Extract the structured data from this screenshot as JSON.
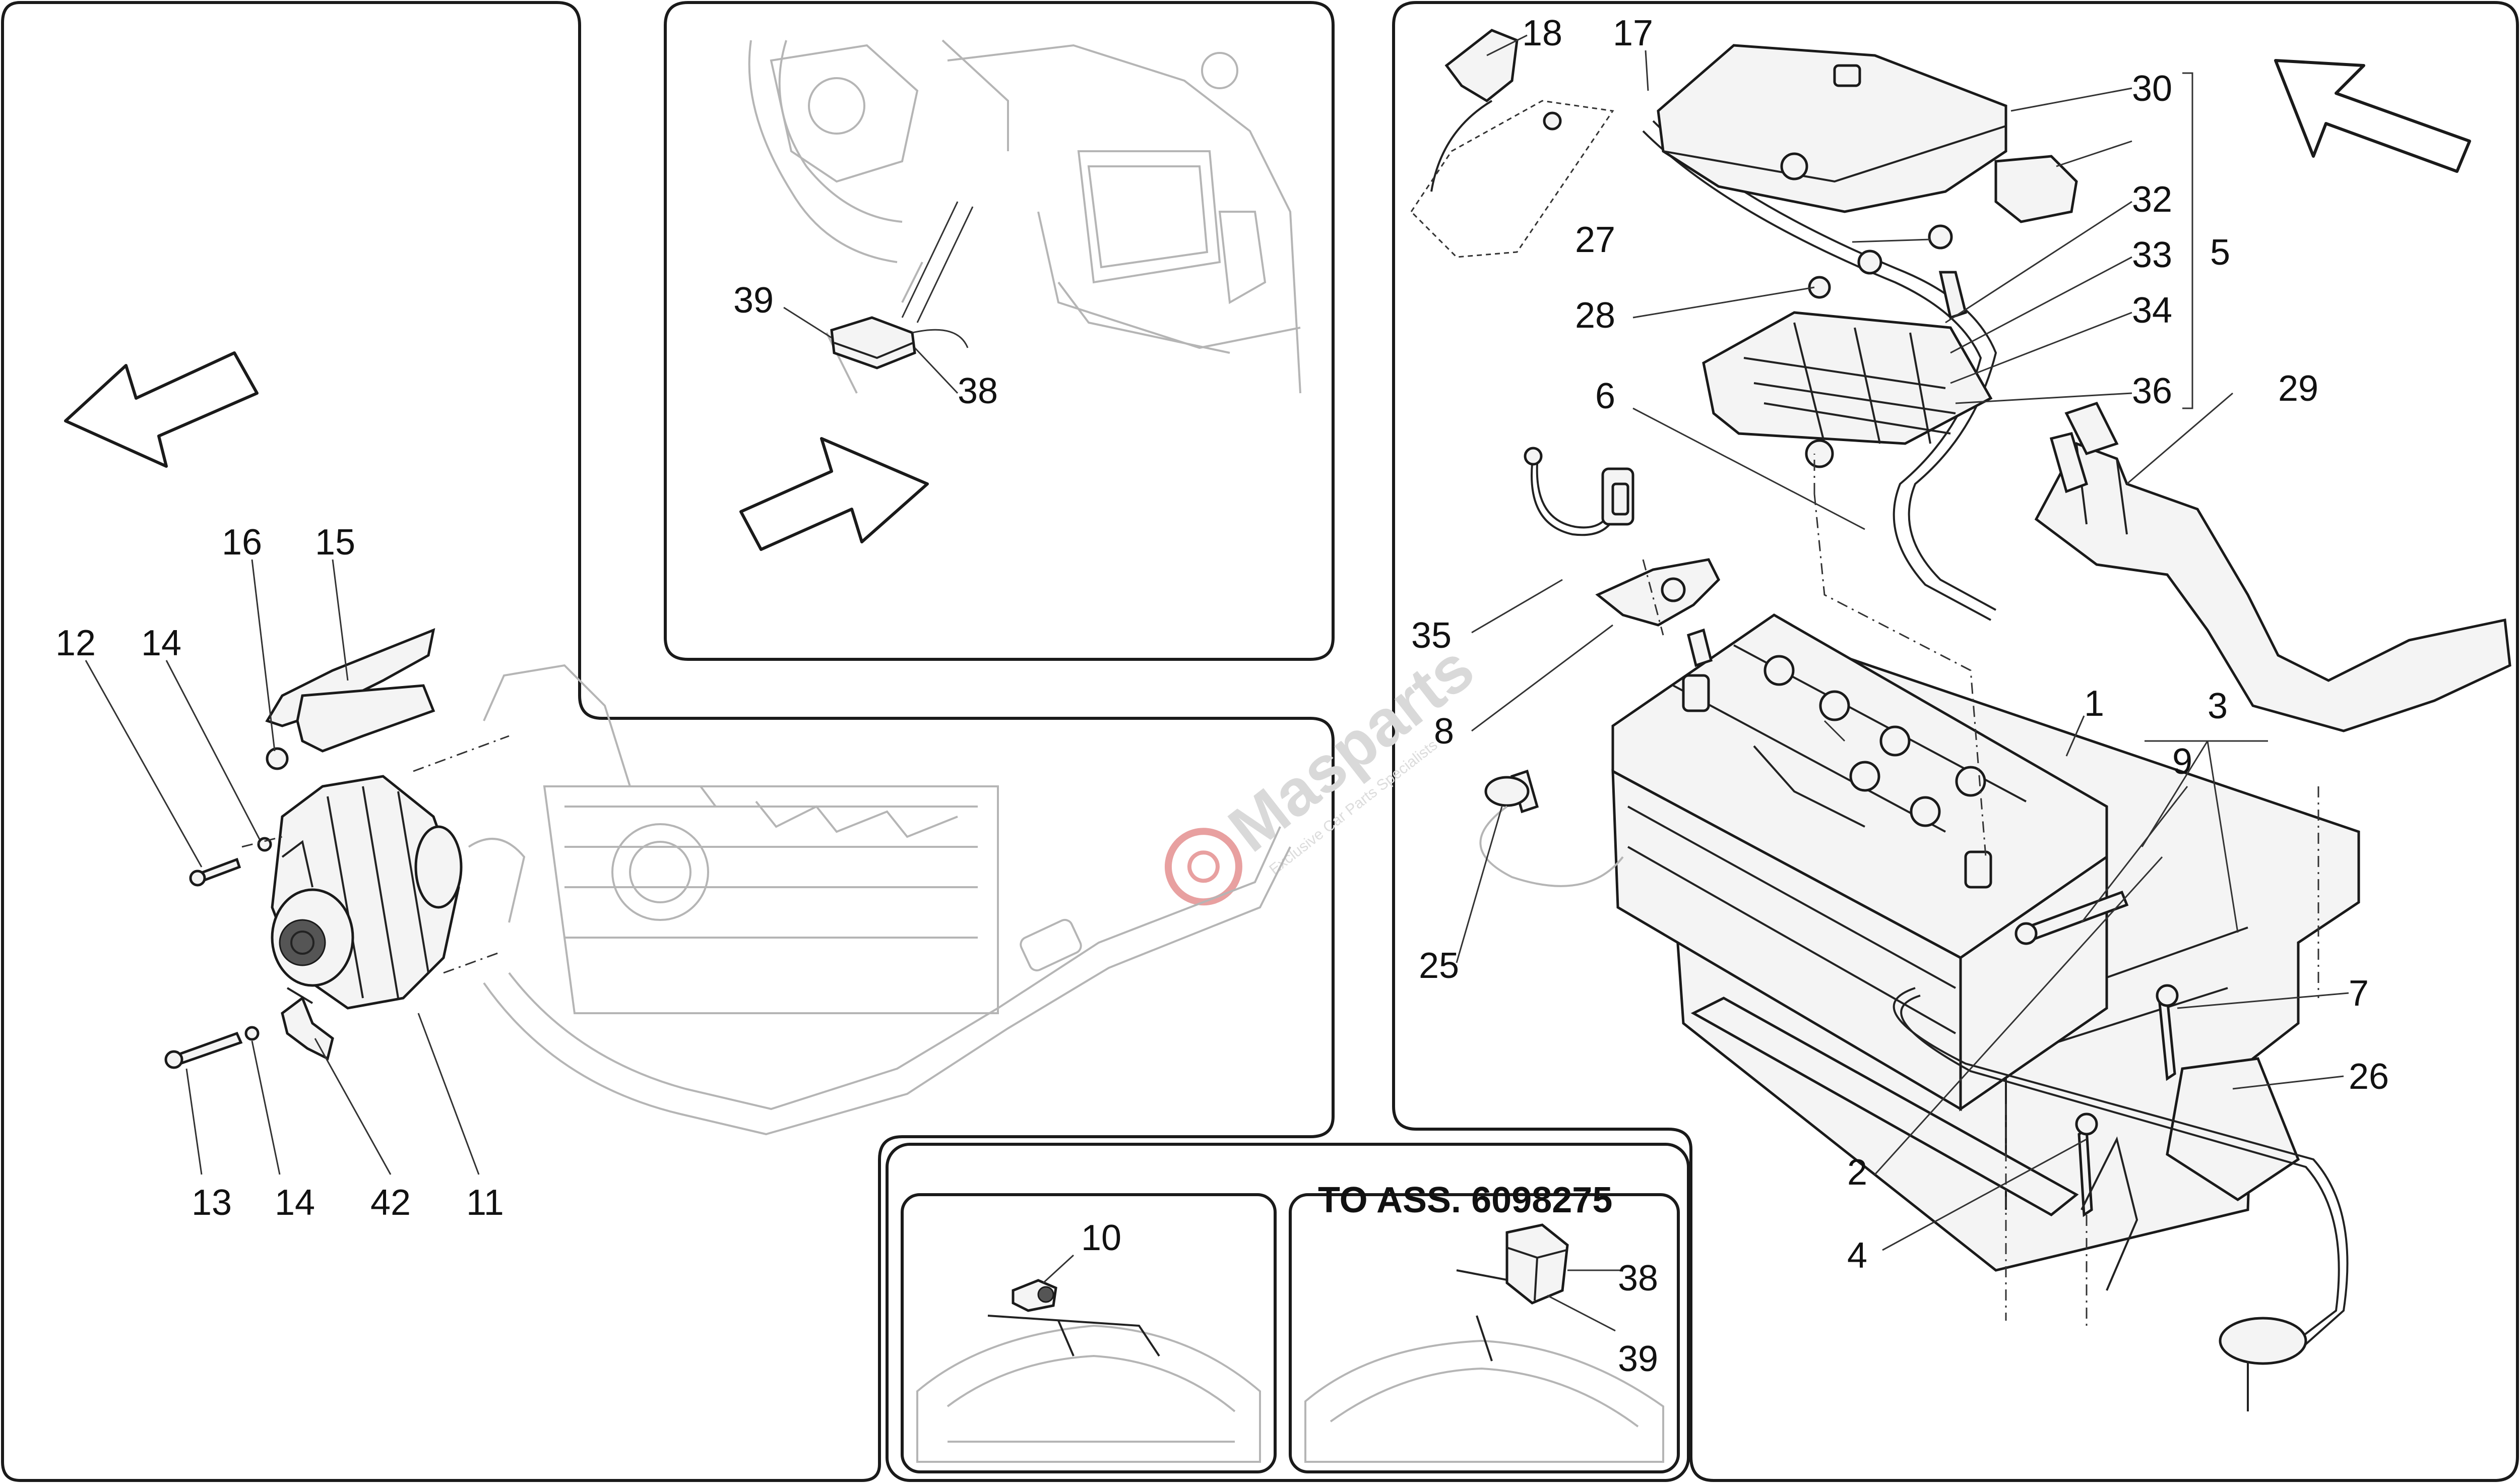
{
  "callouts": {
    "c1": "1",
    "c2": "2",
    "c3": "3",
    "c4": "4",
    "c5": "5",
    "c6": "6",
    "c7": "7",
    "c8": "8",
    "c9": "9",
    "c10": "10",
    "c11": "11",
    "c12": "12",
    "c13": "13",
    "c14a": "14",
    "c14b": "14",
    "c15": "15",
    "c16": "16",
    "c17": "17",
    "c18": "18",
    "c25": "25",
    "c26": "26",
    "c27": "27",
    "c28": "28",
    "c29": "29",
    "c30": "30",
    "c32": "32",
    "c33": "33",
    "c34": "34",
    "c35": "35",
    "c36": "36",
    "c38a": "38",
    "c38b": "38",
    "c39a": "39",
    "c39b": "39",
    "c42": "42"
  },
  "assembly_reference": "TO ASS. 6098275",
  "watermark": {
    "brand": "Masparts",
    "tagline": "Exclusive Car Parts Specialists"
  },
  "colors": {
    "line": "#1a1a1a",
    "watermark_gray": "#d9d9d9",
    "watermark_red": "#e8a0a0"
  },
  "icons": {
    "direction_arrows": "outline-arrow-icon",
    "watermark_logo": "wheel-logo-icon"
  }
}
